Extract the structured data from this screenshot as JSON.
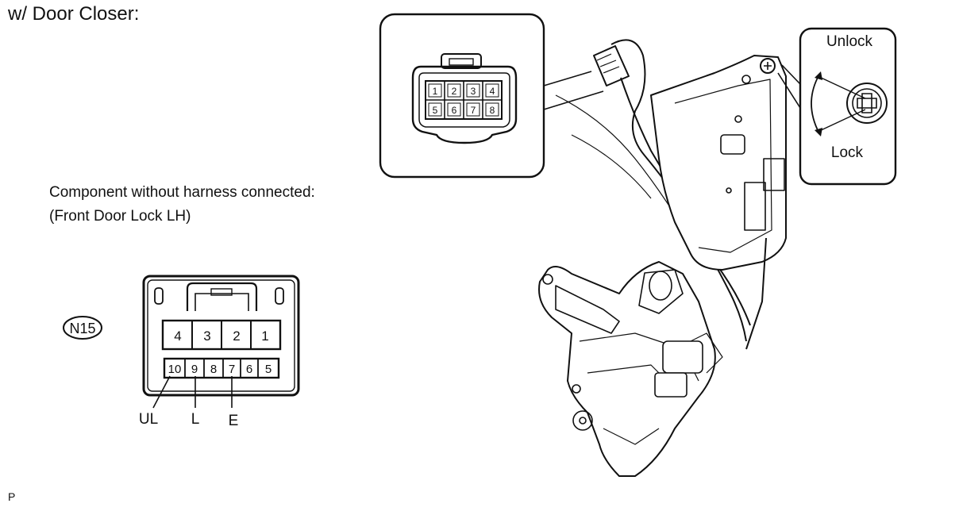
{
  "heading": "w/ Door Closer:",
  "caption_line1": "Component without harness connected:",
  "caption_line2": "(Front Door Lock LH)",
  "connector_code": "N15",
  "pin_labels": {
    "upper": [
      "4",
      "3",
      "2",
      "1"
    ],
    "lower": [
      "10",
      "9",
      "8",
      "7",
      "6",
      "5"
    ]
  },
  "terminal_labels": [
    "UL",
    "L",
    "E"
  ],
  "lock_pin_labels": [
    "Unlock",
    "Lock"
  ],
  "inset_pin_labels": {
    "top": [
      "1",
      "2",
      "3",
      "4"
    ],
    "bottom": [
      "5",
      "6",
      "7",
      "8"
    ]
  },
  "footer_code": "P"
}
